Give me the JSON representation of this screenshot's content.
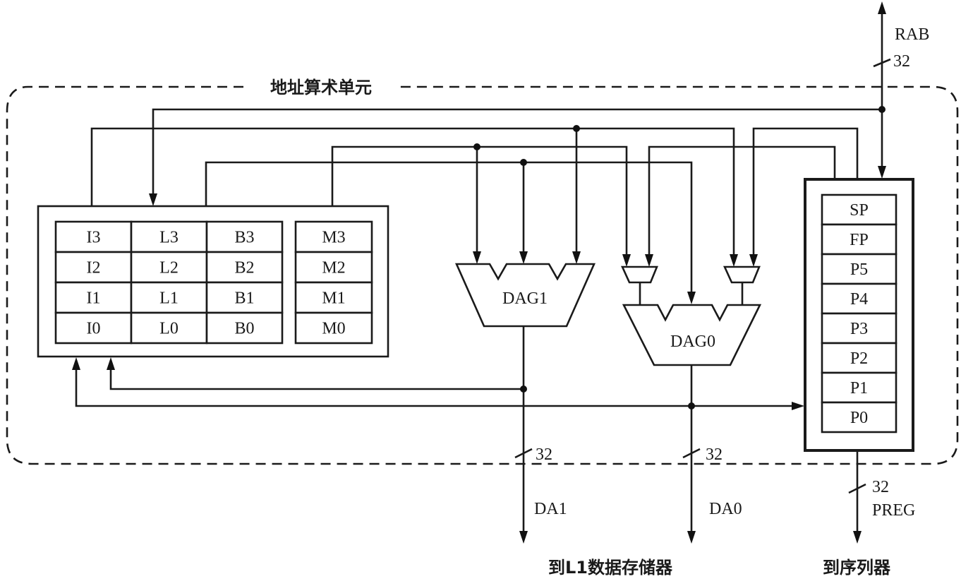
{
  "title": "地址算术单元",
  "ilb_registers": {
    "columns": [
      "I",
      "L",
      "B"
    ],
    "rows": [
      [
        "I3",
        "L3",
        "B3"
      ],
      [
        "I2",
        "L2",
        "B2"
      ],
      [
        "I1",
        "L1",
        "B1"
      ],
      [
        "I0",
        "L0",
        "B0"
      ]
    ]
  },
  "m_registers": [
    "M3",
    "M2",
    "M1",
    "M0"
  ],
  "p_registers": [
    "SP",
    "FP",
    "P5",
    "P4",
    "P3",
    "P2",
    "P1",
    "P0"
  ],
  "units": {
    "dag1": "DAG1",
    "dag0": "DAG0"
  },
  "buses": {
    "rab": {
      "label": "RAB",
      "width": "32"
    },
    "da1": {
      "label": "DA1",
      "width": "32"
    },
    "da0": {
      "label": "DA0",
      "width": "32"
    },
    "preg": {
      "label": "PREG",
      "width": "32"
    }
  },
  "destinations": {
    "l1": "到L1数据存储器",
    "sequencer": "到序列器"
  }
}
